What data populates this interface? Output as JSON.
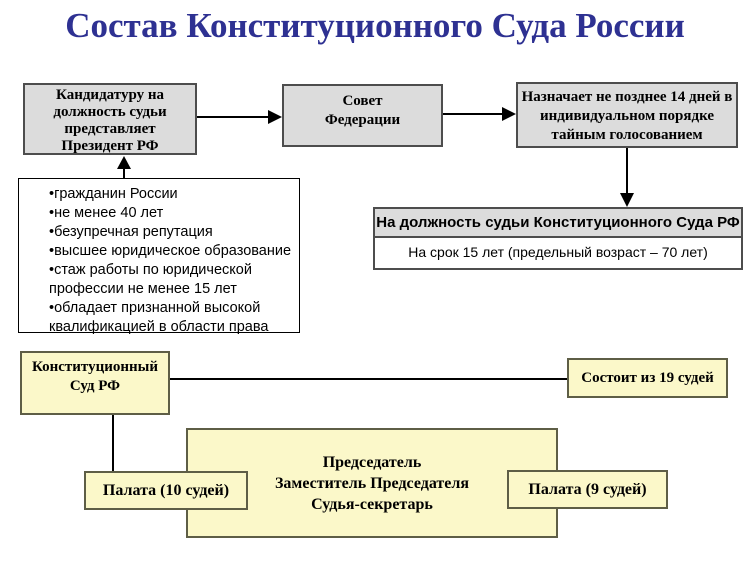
{
  "title": "Состав Конституционного Суда России",
  "colors": {
    "title_color": "#2e3192",
    "gray_fill": "#dcdcdc",
    "gray_border": "#4d4d4d",
    "yellow_fill": "#fbf8c9",
    "yellow_border": "#5e5e46",
    "connector": "#000000"
  },
  "flow": {
    "candidate_box": "Кандидатуру на\nдолжность судьи\nпредставляет\nПрезидент РФ",
    "federation_council_box": "Совет\nФедерации",
    "appointment_rule_box": "Назначает не позднее 14 дней в\nиндивидуальном порядке\nтайным голосованием",
    "requirements_box": "•гражданин России\n•не менее 40 лет\n•безупречная репутация\n•высшее юридическое образование\n•стаж работы по юридической\nпрофессии не менее 15 лет\n•обладает признанной высокой\nквалификацией в области права",
    "position_box_title": "На должность судьи Конституционного Суда РФ",
    "position_box_term": "На срок 15 лет (предельный возраст – 70 лет)"
  },
  "structure": {
    "court_box": "Конституционный\nСуд РФ",
    "size_box": "Состоит из 19 судей",
    "leadership_box": "Председатель\nЗаместитель Председателя\nСудья-секретарь",
    "chamber_left_box": "Палата (10 судей)",
    "chamber_right_box": "Палата (9 судей)"
  }
}
